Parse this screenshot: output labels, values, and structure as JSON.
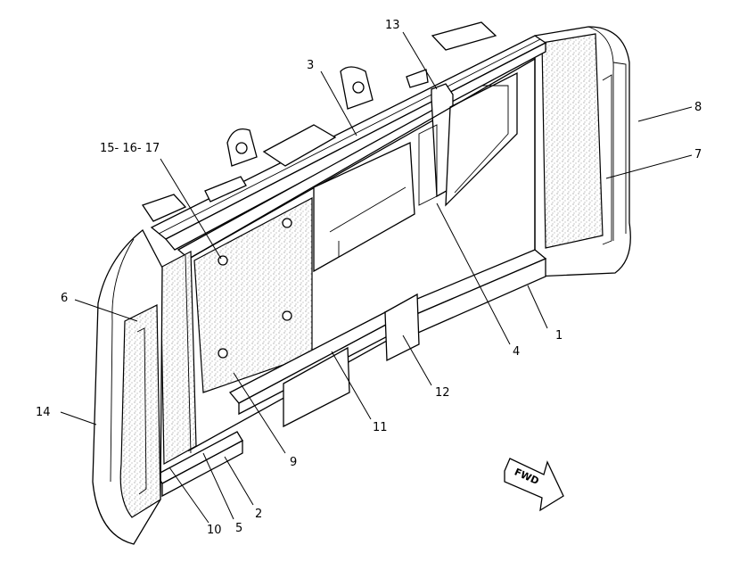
{
  "diagram": {
    "callouts": [
      {
        "id": "c1",
        "label": "1"
      },
      {
        "id": "c2",
        "label": "2"
      },
      {
        "id": "c3",
        "label": "3"
      },
      {
        "id": "c4",
        "label": "4"
      },
      {
        "id": "c5",
        "label": "5"
      },
      {
        "id": "c6",
        "label": "6"
      },
      {
        "id": "c7",
        "label": "7"
      },
      {
        "id": "c8",
        "label": "8"
      },
      {
        "id": "c9",
        "label": "9"
      },
      {
        "id": "c10",
        "label": "10"
      },
      {
        "id": "c11",
        "label": "11"
      },
      {
        "id": "c12",
        "label": "12"
      },
      {
        "id": "c13",
        "label": "13"
      },
      {
        "id": "c14",
        "label": "14"
      },
      {
        "id": "c15",
        "label": "15- 16- 17"
      }
    ],
    "direction_arrow": {
      "label": "FWD"
    }
  }
}
